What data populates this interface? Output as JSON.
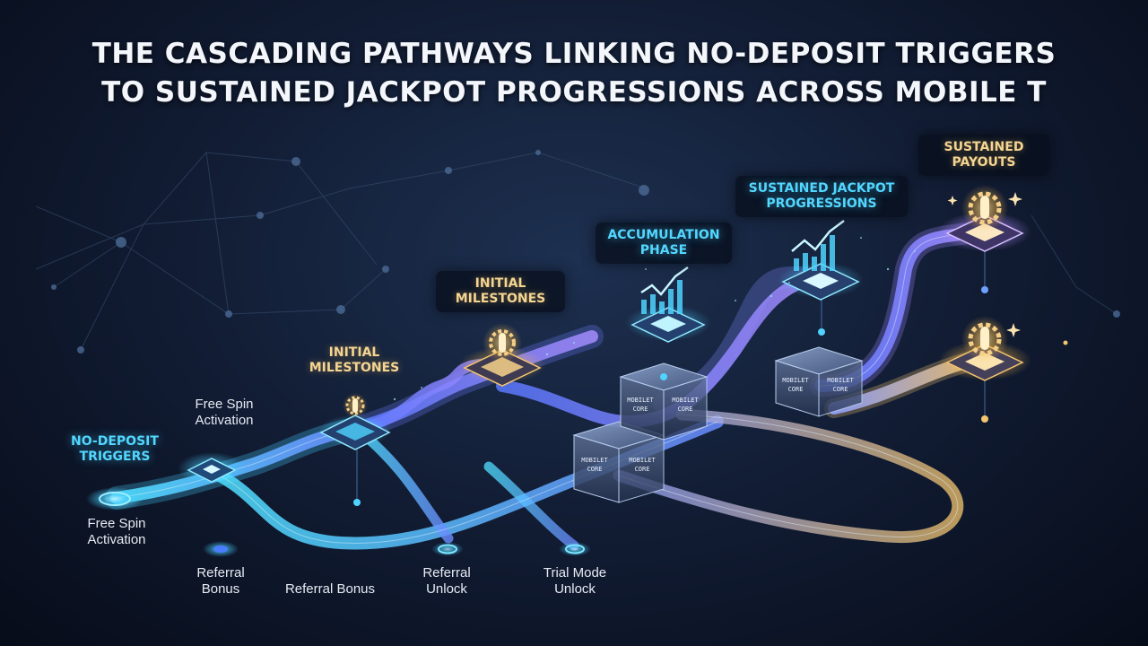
{
  "title": {
    "line1": "THE CASCADING PATHWAYS LINKING NO-DEPOSIT TRIGGERS",
    "line2": "TO SUSTAINED JACKPOT PROGRESSIONS ACROSS MOBILE T"
  },
  "stages": {
    "no_deposit": [
      "NO-DEPOSIT",
      "TRIGGERS"
    ],
    "initial_milestones_left": [
      "INITIAL",
      "MILESTONES"
    ],
    "initial_milestones_right": [
      "INITIAL",
      "MILESTONES"
    ],
    "accumulation": [
      "ACCUMULATION",
      "PHASE"
    ],
    "sustained_jackpot": [
      "SUSTAINED JACKPOT",
      "PROGRESSIONS"
    ],
    "sustained_payouts": [
      "SUSTAINED",
      "PAYOUTS"
    ]
  },
  "entry_points": {
    "free_spin_top": [
      "Free Spin",
      "Activation"
    ],
    "free_spin_bottom": [
      "Free Spin",
      "Activation"
    ],
    "referral_bonus_1": [
      "Referral",
      "Bonus"
    ],
    "referral_bonus_2": "Referral Bonus",
    "referral_unlock": [
      "Referral",
      "Unlock"
    ],
    "trial_mode_unlock": [
      "Trial Mode",
      "Unlock"
    ]
  },
  "cubes": {
    "front": [
      "MOBILET",
      "CORE"
    ],
    "back_left": [
      "MOBILET",
      "CORE"
    ],
    "back_right": [
      "MOBILET",
      "CORE"
    ]
  },
  "colors": {
    "cyan": "#52d7ff",
    "gold": "#f5c26b",
    "violet": "#8e7cff",
    "title": "#f3f6fb",
    "background": "#101a30"
  }
}
